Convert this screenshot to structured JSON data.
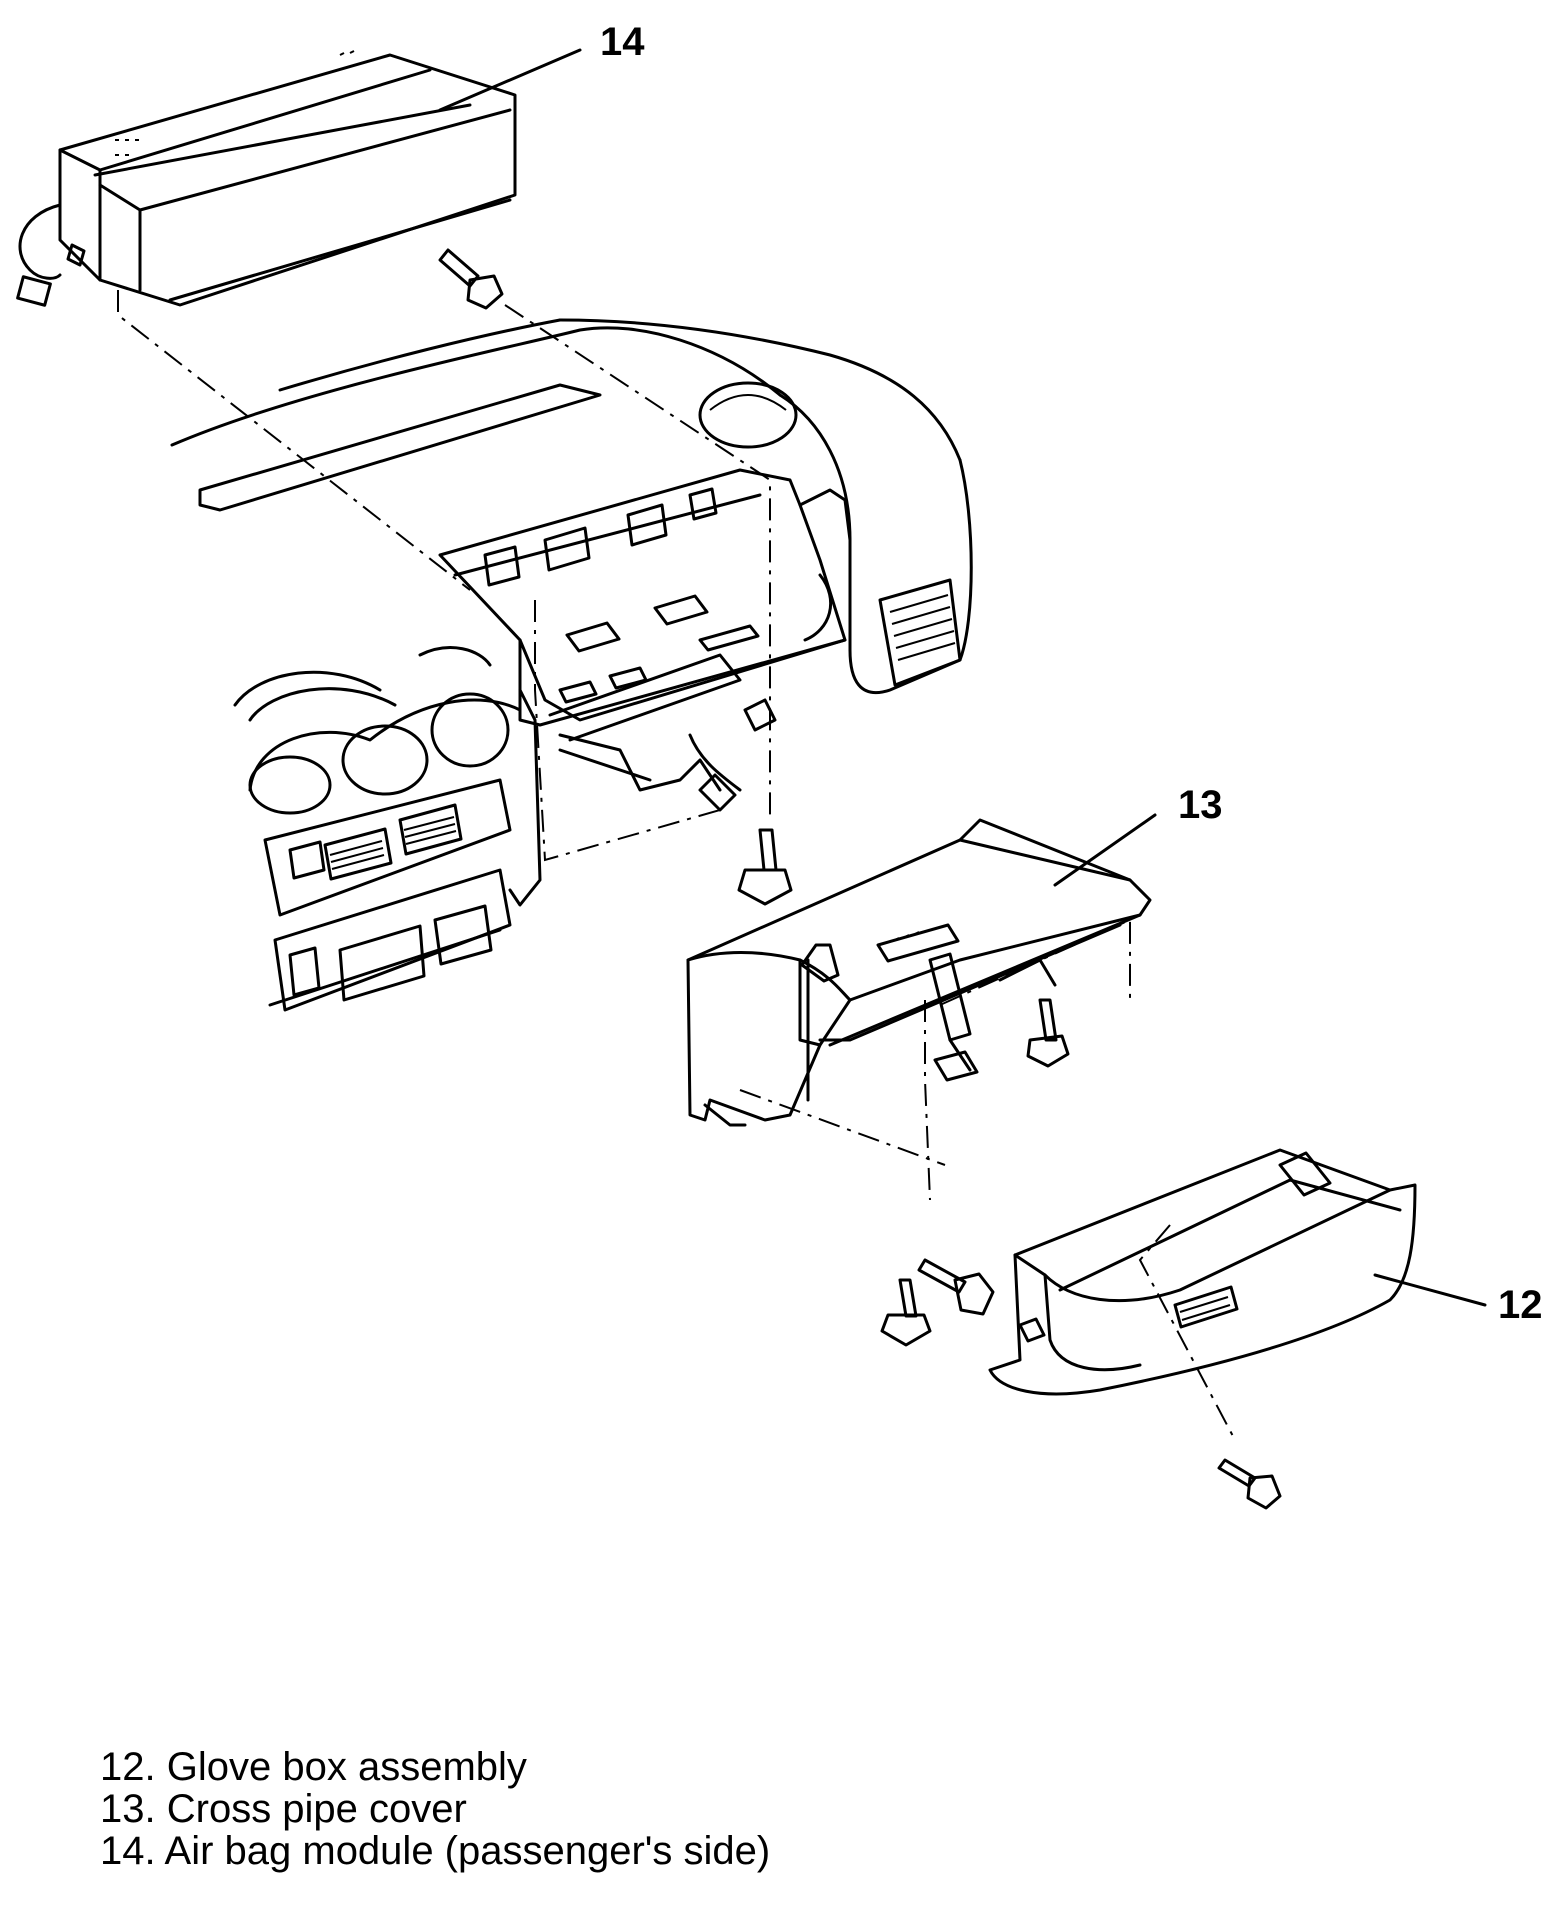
{
  "callouts": {
    "c14": "14",
    "c13": "13",
    "c12": "12"
  },
  "legend": [
    {
      "number": "12.",
      "label": "Glove box assembly"
    },
    {
      "number": "13.",
      "label": "Cross pipe cover"
    },
    {
      "number": "14.",
      "label": "Air bag module (passenger's side)"
    }
  ]
}
